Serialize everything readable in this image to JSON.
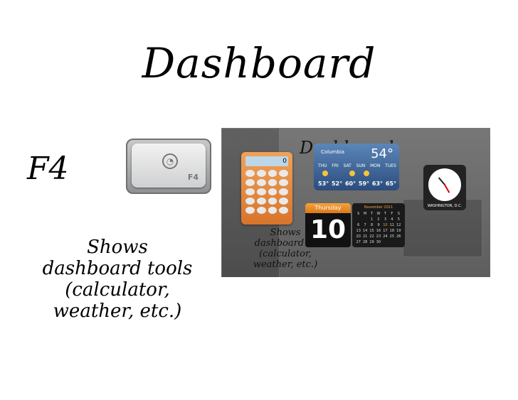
{
  "title": "Dashboard",
  "key_hint": {
    "label": "F4",
    "key_label": "F4",
    "key_icon": "dashboard-gauge-icon"
  },
  "description": [
    "Shows",
    "dashboard tools",
    "(calculator,",
    "weather, etc.)"
  ],
  "screenshot": {
    "title": "Dashboard",
    "description": [
      "Shows",
      "dashboard to",
      "(calculator,",
      "weather, etc.)"
    ],
    "calculator": {
      "display": "0"
    },
    "weather": {
      "city": "Columbia",
      "current_temp": "54°",
      "days": [
        "THU",
        "FRI",
        "SAT",
        "SUN",
        "MON",
        "TUES"
      ],
      "temps": [
        "53°",
        "52°",
        "60°",
        "59°",
        "63°",
        "65°"
      ]
    },
    "clock": {
      "city": "WASHINGTON, D.C."
    },
    "date": {
      "weekday": "Thursday",
      "day": "10"
    },
    "calendar": {
      "month": "November 2011",
      "headers": [
        "S",
        "M",
        "T",
        "W",
        "T",
        "F",
        "S"
      ],
      "cells": [
        "",
        "",
        "1",
        "2",
        "3",
        "4",
        "5",
        "6",
        "7",
        "8",
        "9",
        "10",
        "11",
        "12",
        "13",
        "14",
        "15",
        "16",
        "17",
        "18",
        "19",
        "20",
        "21",
        "22",
        "23",
        "24",
        "25",
        "26",
        "27",
        "28",
        "29",
        "30",
        "",
        "",
        ""
      ]
    }
  }
}
